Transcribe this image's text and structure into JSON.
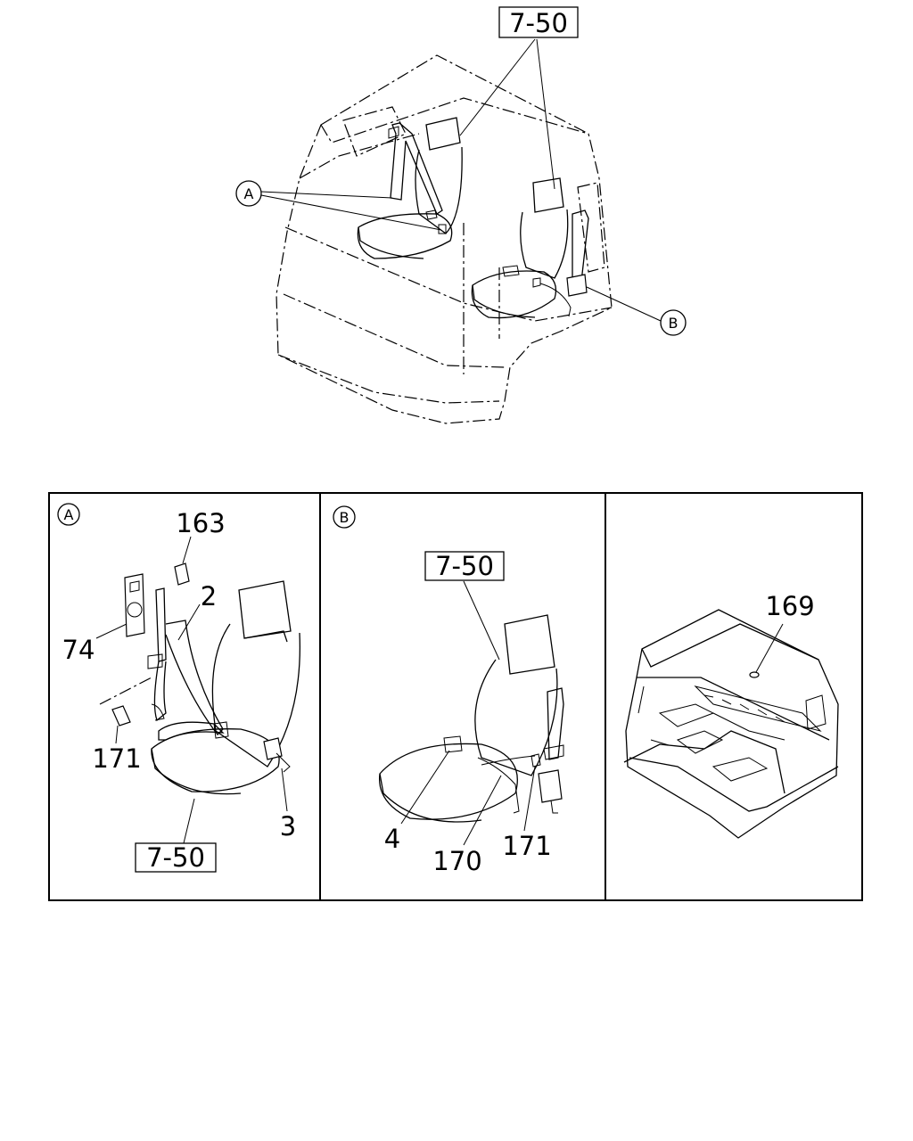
{
  "main_diagram": {
    "ref_box_label": "7-50",
    "callout_a": "A",
    "callout_b": "B"
  },
  "panel_a": {
    "circle_label": "A",
    "parts": {
      "p163": "163",
      "p2": "2",
      "p74": "74",
      "p171": "171",
      "p3": "3"
    },
    "ref_box_label": "7-50"
  },
  "panel_b": {
    "circle_label": "B",
    "ref_box_label": "7-50",
    "parts": {
      "p4": "4",
      "p170": "170",
      "p171": "171"
    }
  },
  "panel_c": {
    "parts": {
      "p169": "169"
    }
  }
}
